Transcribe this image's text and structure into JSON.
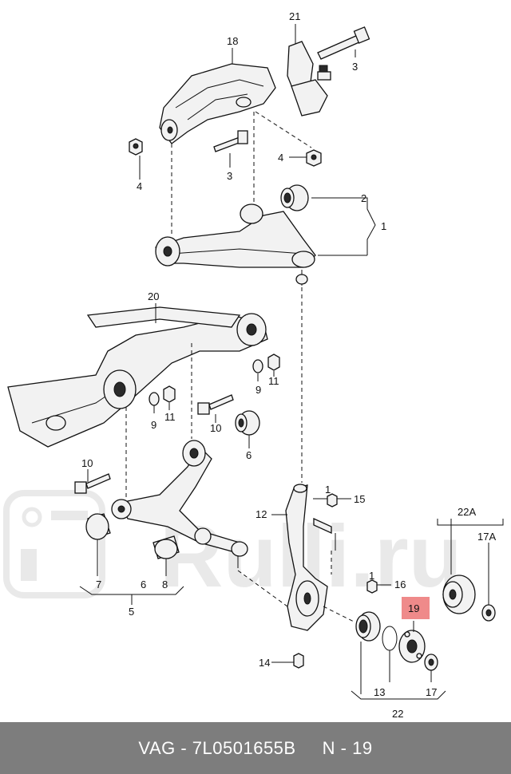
{
  "callouts": {
    "c21": "21",
    "c18": "18",
    "c3a": "3",
    "c4a": "4",
    "c4b": "4",
    "c3b": "3",
    "c2": "2",
    "c1": "1",
    "c20": "20",
    "c9a": "9",
    "c11a": "11",
    "c11b": "11",
    "c9b": "9",
    "c10a": "10",
    "c6": "6",
    "c10b": "10",
    "c7": "7",
    "c6b": "6",
    "c8": "8",
    "c5": "5",
    "c12": "12",
    "c1b": "1",
    "c15": "15",
    "c1c": "1",
    "c16": "16",
    "c22a": "22A",
    "c17a": "17A",
    "c19": "19",
    "c13": "13",
    "c17": "17",
    "c14": "14",
    "c22": "22"
  },
  "highlight": {
    "part_number": "19",
    "color": "#ef8a8a"
  },
  "watermark": "Rulli.ru",
  "footer": {
    "brand_part": "VAG - 7L0501655B",
    "page": "N - 19",
    "background": "#7d7d7d"
  }
}
